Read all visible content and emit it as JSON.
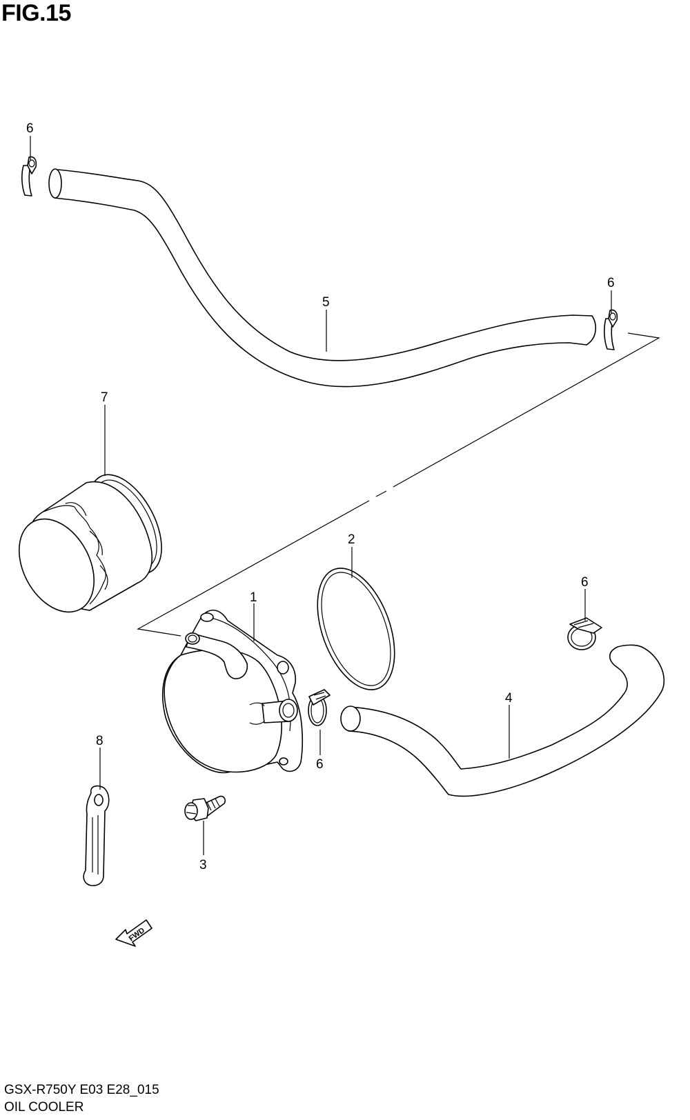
{
  "figure": {
    "title": "FIG.15",
    "model_code": "GSX-R750Y E03 E28_015",
    "section_name": "OIL COOLER"
  },
  "callouts": {
    "c1": "1",
    "c2": "2",
    "c3": "3",
    "c4": "4",
    "c5": "5",
    "c6a": "6",
    "c6b": "6",
    "c6c": "6",
    "c6d": "6",
    "c7": "7",
    "c8": "8"
  },
  "direction_indicator": {
    "label": "FWD"
  }
}
